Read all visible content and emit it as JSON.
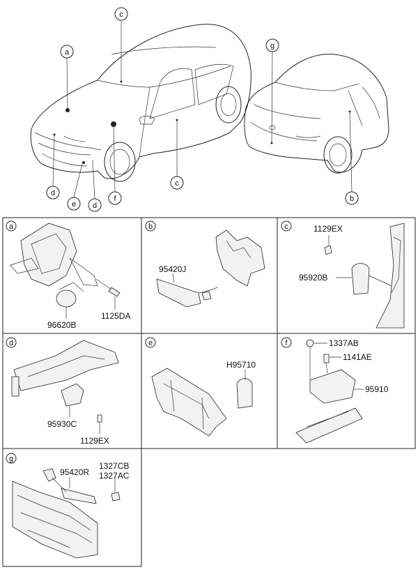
{
  "callouts_overview": {
    "c_top": "c",
    "a": "a",
    "g": "g",
    "d_left": "d",
    "e": "e",
    "d_mid": "d",
    "f": "f",
    "c_bottom": "c",
    "b": "b"
  },
  "panels": {
    "a": {
      "letter": "a",
      "parts": [
        "96620B",
        "1125DA"
      ]
    },
    "b": {
      "letter": "b",
      "parts": [
        "95420J"
      ]
    },
    "c": {
      "letter": "c",
      "parts": [
        "1129EX",
        "95920B"
      ]
    },
    "d": {
      "letter": "d",
      "parts": [
        "95930C",
        "1129EX"
      ]
    },
    "e": {
      "letter": "e",
      "parts": [
        "H95710"
      ]
    },
    "f": {
      "letter": "f",
      "parts": [
        "1337AB",
        "1141AE",
        "95910"
      ]
    },
    "g": {
      "letter": "g",
      "parts": [
        "95420R",
        "1327CB",
        "1327AC"
      ]
    }
  }
}
